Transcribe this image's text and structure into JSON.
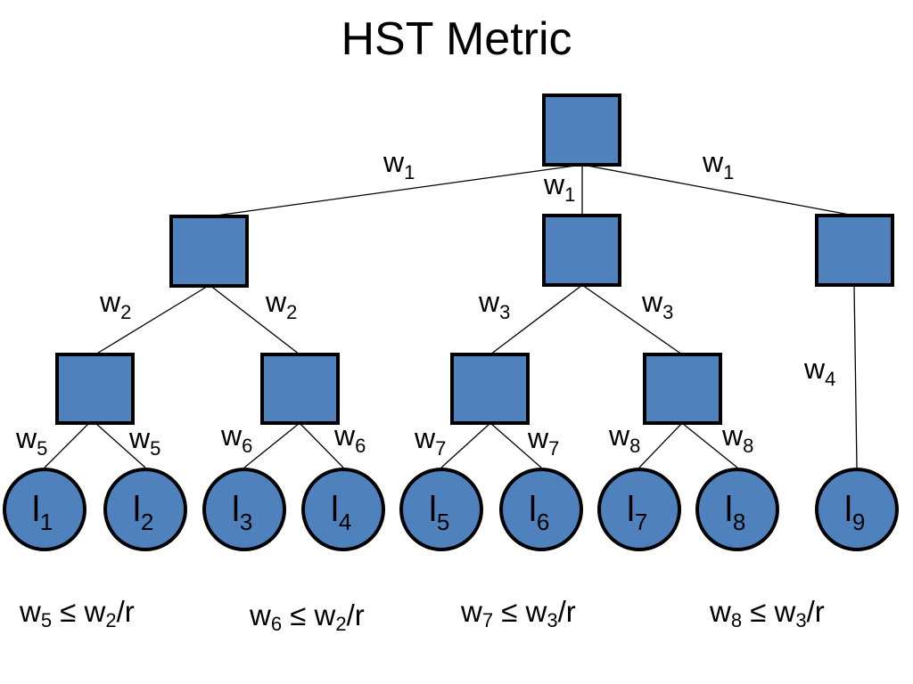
{
  "title": "HST Metric",
  "edge_labels": [
    {
      "base": "w",
      "sub": "1"
    },
    {
      "base": "w",
      "sub": "1"
    },
    {
      "base": "w",
      "sub": "1"
    },
    {
      "base": "w",
      "sub": "2"
    },
    {
      "base": "w",
      "sub": "2"
    },
    {
      "base": "w",
      "sub": "3"
    },
    {
      "base": "w",
      "sub": "3"
    },
    {
      "base": "w",
      "sub": "4"
    },
    {
      "base": "w",
      "sub": "5"
    },
    {
      "base": "w",
      "sub": "5"
    },
    {
      "base": "w",
      "sub": "6"
    },
    {
      "base": "w",
      "sub": "6"
    },
    {
      "base": "w",
      "sub": "7"
    },
    {
      "base": "w",
      "sub": "7"
    },
    {
      "base": "w",
      "sub": "8"
    },
    {
      "base": "w",
      "sub": "8"
    }
  ],
  "leaves": [
    {
      "base": "l",
      "sub": "1"
    },
    {
      "base": "l",
      "sub": "2"
    },
    {
      "base": "l",
      "sub": "3"
    },
    {
      "base": "l",
      "sub": "4"
    },
    {
      "base": "l",
      "sub": "5"
    },
    {
      "base": "l",
      "sub": "6"
    },
    {
      "base": "l",
      "sub": "7"
    },
    {
      "base": "l",
      "sub": "8"
    },
    {
      "base": "l",
      "sub": "9"
    }
  ],
  "formulas": [
    {
      "lhs": "w",
      "lhs_sub": "5",
      "rel": " ≤ ",
      "rhs": "w",
      "rhs_sub": "2",
      "tail": "/r"
    },
    {
      "lhs": "w",
      "lhs_sub": "6",
      "rel": " ≤ ",
      "rhs": "w",
      "rhs_sub": "2",
      "tail": "/r"
    },
    {
      "lhs": "w",
      "lhs_sub": "7",
      "rel": " ≤ ",
      "rhs": "w",
      "rhs_sub": "3",
      "tail": "/r"
    },
    {
      "lhs": "w",
      "lhs_sub": "8",
      "rel": " ≤ ",
      "rhs": "w",
      "rhs_sub": "3",
      "tail": "/r"
    }
  ],
  "colors": {
    "node_fill": "#4f81bd",
    "node_stroke": "#000000",
    "edge": "#000000"
  }
}
